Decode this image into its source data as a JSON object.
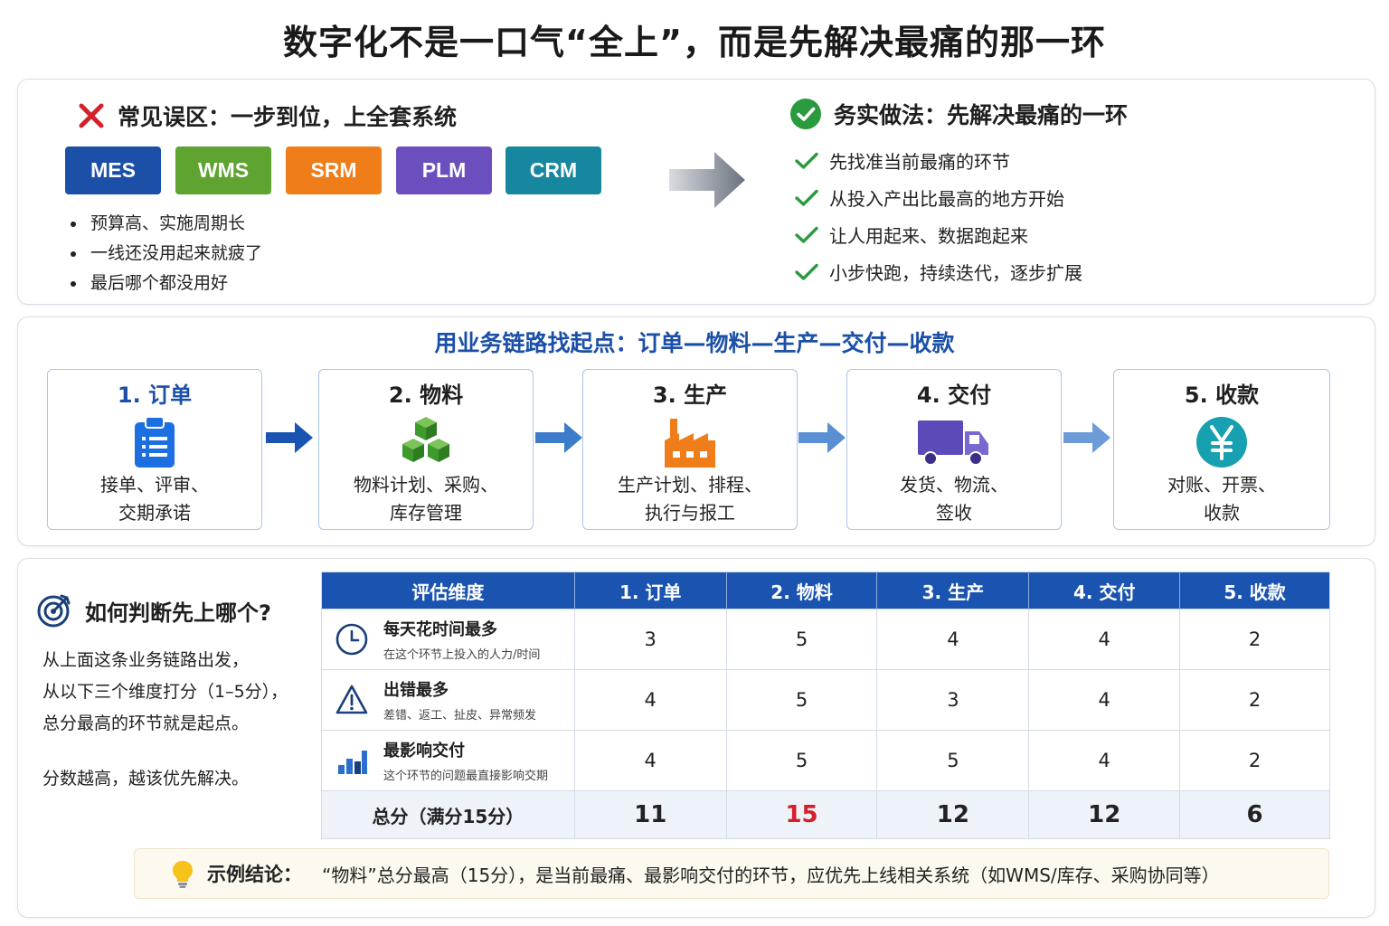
{
  "title": "数字化不是一口气“全上”，而是先解决最痛的那一环",
  "mistake": {
    "heading": "常见误区：一步到位，上全套系统",
    "systems": [
      {
        "label": "MES",
        "color": "#1b4fa8"
      },
      {
        "label": "WMS",
        "color": "#5fa331"
      },
      {
        "label": "SRM",
        "color": "#ef7d1a"
      },
      {
        "label": "PLM",
        "color": "#6c4fbf"
      },
      {
        "label": "CRM",
        "color": "#1787a0"
      }
    ],
    "bullets": [
      "预算高、实施周期长",
      "一线还没用起来就疲了",
      "最后哪个都没用好"
    ]
  },
  "practice": {
    "heading": "务实做法：先解决最痛的一环",
    "items": [
      "先找准当前最痛的环节",
      "从投入产出比最高的地方开始",
      "让人用起来、数据跑起来",
      "小步快跑，持续迭代，逐步扩展"
    ]
  },
  "chain": {
    "title": "用业务链路找起点：订单—物料—生产—交付—收款",
    "steps": [
      {
        "title": "1. 订单",
        "desc1": "接单、评审、",
        "desc2": "交期承诺",
        "icon": "clipboard-icon",
        "title_color": "#1b4fa8"
      },
      {
        "title": "2. 物料",
        "desc1": "物料计划、采购、",
        "desc2": "库存管理",
        "icon": "cubes-icon",
        "title_color": "#1f1f1f"
      },
      {
        "title": "3. 生产",
        "desc1": "生产计划、排程、",
        "desc2": "执行与报工",
        "icon": "factory-icon",
        "title_color": "#1f1f1f"
      },
      {
        "title": "4. 交付",
        "desc1": "发货、物流、",
        "desc2": "签收",
        "icon": "truck-icon",
        "title_color": "#1f1f1f"
      },
      {
        "title": "5. 收款",
        "desc1": "对账、开票、",
        "desc2": "收款",
        "icon": "yuan-icon",
        "title_color": "#1f1f1f"
      }
    ]
  },
  "judge": {
    "heading": "如何判断先上哪个?",
    "lines": [
      "从上面这条业务链路出发，",
      "从以下三个维度打分（1–5分），",
      "总分最高的环节就是起点。"
    ],
    "note": "分数越高，越该优先解决。"
  },
  "table": {
    "headers": [
      "评估维度",
      "1. 订单",
      "2. 物料",
      "3. 生产",
      "4. 交付",
      "5. 收款"
    ],
    "rows": [
      {
        "main": "每天花时间最多",
        "sub": "在这个环节上投入的人力/时间",
        "icon": "clock-icon",
        "scores": [
          "3",
          "5",
          "4",
          "4",
          "2"
        ]
      },
      {
        "main": "出错最多",
        "sub": "差错、返工、扯皮、异常频发",
        "icon": "warning-icon",
        "scores": [
          "4",
          "5",
          "3",
          "4",
          "2"
        ]
      },
      {
        "main": "最影响交付",
        "sub": "这个环节的问题最直接影响交期",
        "icon": "bar-chart-icon",
        "scores": [
          "4",
          "5",
          "5",
          "4",
          "2"
        ]
      }
    ],
    "total_label": "总分（满分15分）",
    "totals": [
      "11",
      "15",
      "12",
      "12",
      "6"
    ],
    "highlight_color": "#d3202a"
  },
  "conclusion": {
    "label": "示例结论：",
    "text": "“物料”总分最高（15分），是当前最痛、最影响交付的环节，应优先上线相关系统（如WMS/库存、采购协同等）"
  },
  "colors": {
    "accent_blue": "#1a54b0",
    "error_red": "#d3202a",
    "check_green": "#2a9a3f"
  }
}
